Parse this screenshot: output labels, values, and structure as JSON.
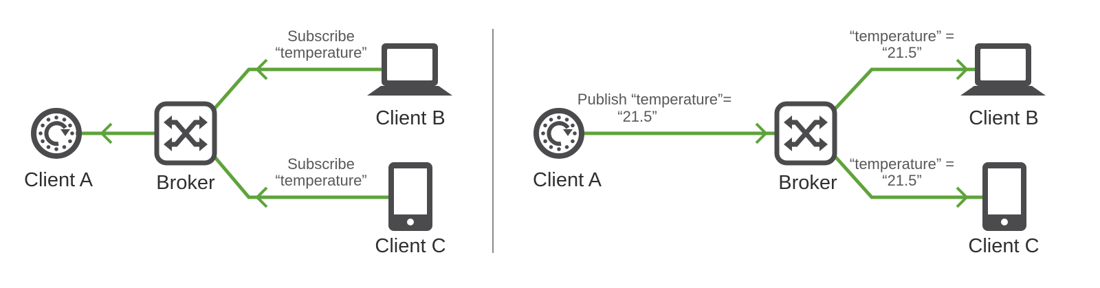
{
  "colors": {
    "wire": "#5fa33b",
    "icon": "#4b4b4d",
    "divider": "#8a8a8a"
  },
  "subscribe_panel": {
    "client_a": "Client A",
    "broker": "Broker",
    "client_b": "Client B",
    "client_c": "Client C",
    "msg_b": [
      "Subscribe",
      "“temperature”"
    ],
    "msg_c": [
      "Subscribe",
      "“temperature”"
    ]
  },
  "publish_panel": {
    "client_a": "Client A",
    "broker": "Broker",
    "client_b": "Client B",
    "client_c": "Client C",
    "msg_a": [
      "Publish “temperature”=",
      "“21.5”"
    ],
    "msg_b": [
      "“temperature” =",
      "“21.5”"
    ],
    "msg_c": [
      "“temperature” =",
      "“21.5”"
    ]
  }
}
